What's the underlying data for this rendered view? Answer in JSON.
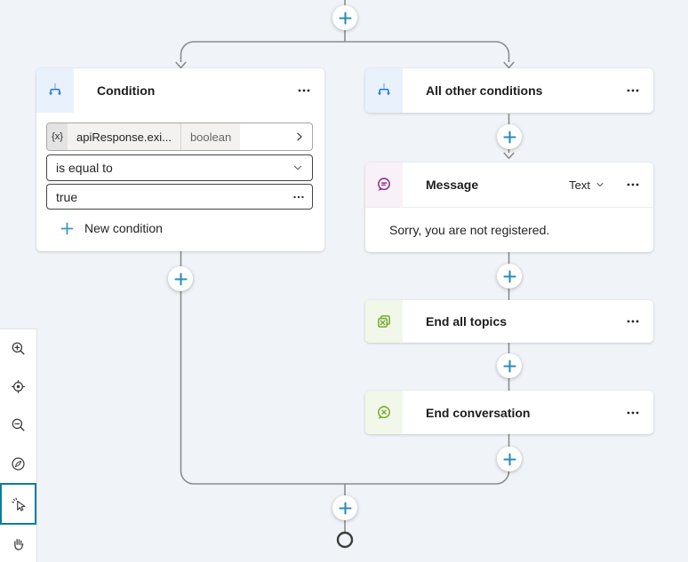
{
  "colors": {
    "canvas_bg": "#f0f4f9",
    "accent_plus": "#2b8cbe",
    "condition_icon": "#2b7cd8",
    "message_icon": "#8f2d90",
    "end_icon": "#77ab31",
    "connector": "#8c8c8c",
    "selected_tool_border": "#0c7d9d"
  },
  "flow": {
    "condition": {
      "title": "Condition",
      "variable_badge": "{x}",
      "variable_name": "apiResponse.exi...",
      "variable_type": "boolean",
      "operator": "is equal to",
      "value": "true",
      "new_condition_label": "New condition"
    },
    "all_other_conditions": {
      "title": "All other conditions"
    },
    "message": {
      "title": "Message",
      "mode": "Text",
      "body": "Sorry, you are not registered."
    },
    "end_all_topics": {
      "title": "End all topics"
    },
    "end_conversation": {
      "title": "End conversation"
    }
  },
  "toolbar": {
    "items": [
      "zoom-in",
      "center-view",
      "zoom-out",
      "fit-view",
      "select-tool",
      "pan-tool"
    ],
    "selected": "select-tool"
  }
}
